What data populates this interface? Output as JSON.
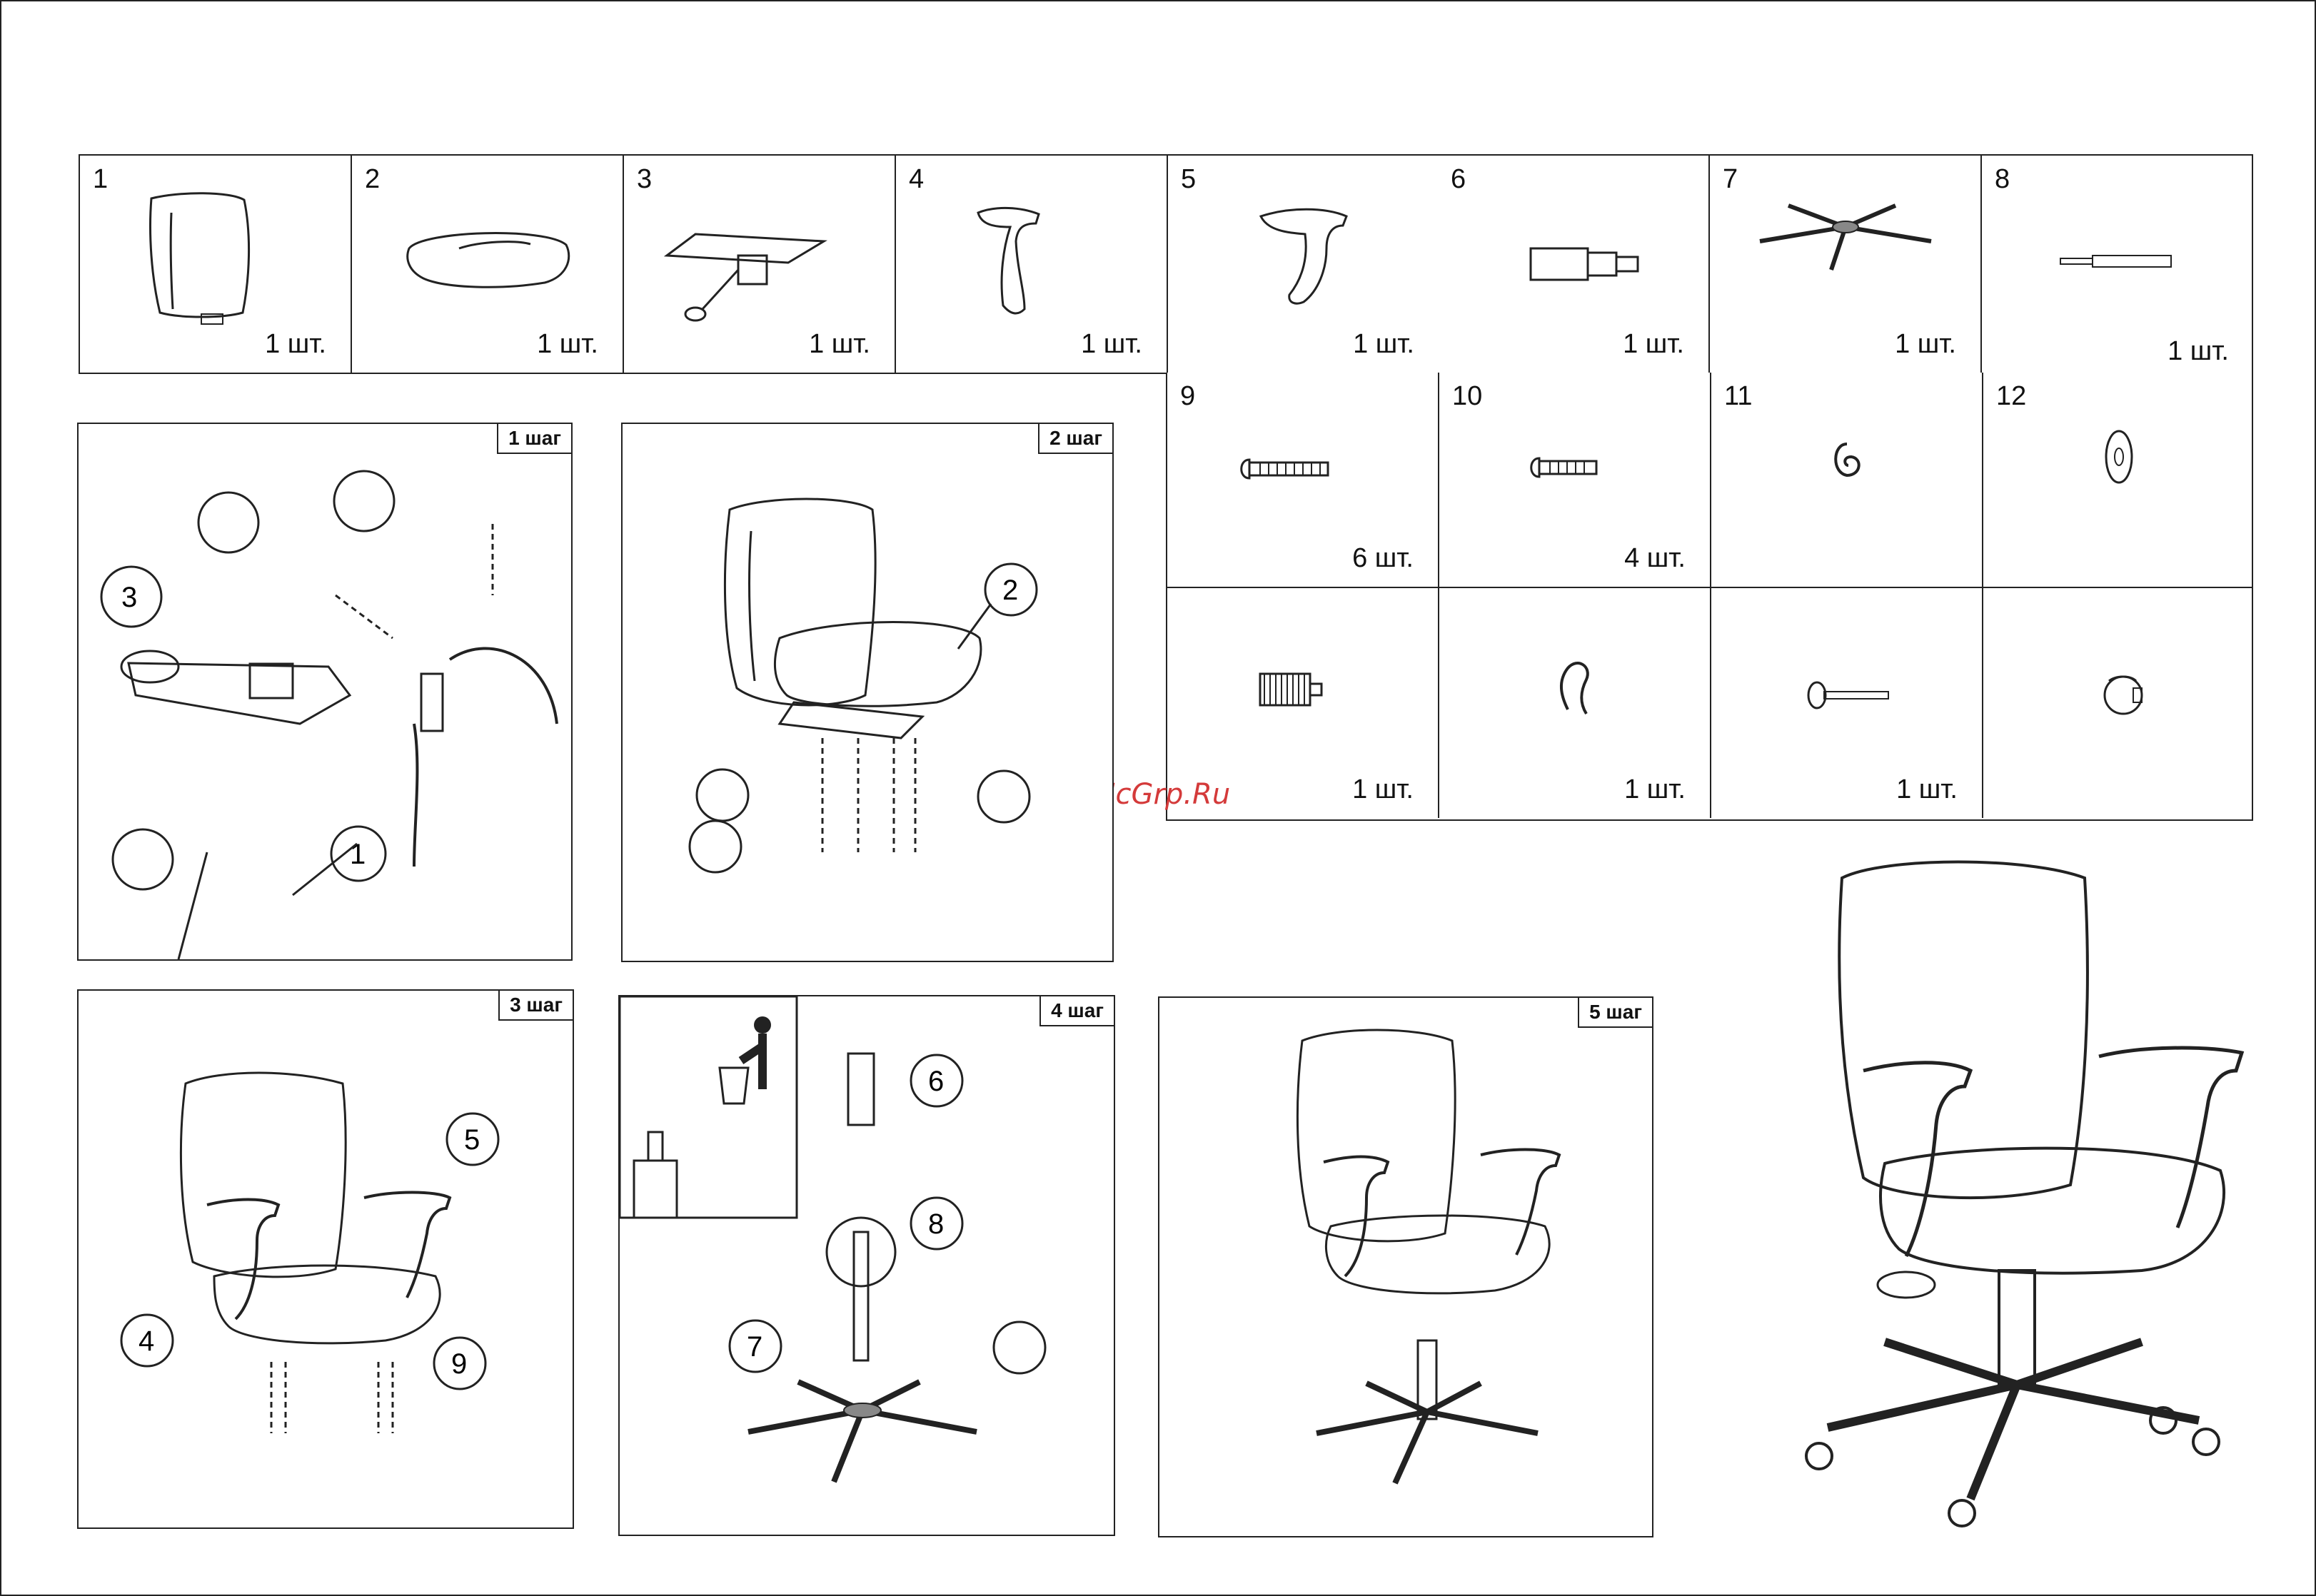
{
  "parts_top": [
    {
      "num": "1",
      "qty": "1 шт.",
      "icon": "backrest-icon"
    },
    {
      "num": "2",
      "qty": "1 шт.",
      "icon": "seat-icon"
    },
    {
      "num": "3",
      "qty": "1 шт.",
      "icon": "mechanism-icon"
    },
    {
      "num": "4",
      "qty": "1 шт.",
      "icon": "armrest-left-icon"
    },
    {
      "num": "5",
      "qty": "1 шт.",
      "icon": "armrest-right-icon"
    },
    {
      "num": "6",
      "qty": "1 шт.",
      "icon": "gas-lift-icon"
    },
    {
      "num": "7",
      "qty": "1 шт.",
      "icon": "star-base-icon"
    },
    {
      "num": "8",
      "qty": "1 шт.",
      "icon": "pin-icon"
    }
  ],
  "parts_mid": [
    {
      "num": "9",
      "qty": "6 шт.",
      "icon": "bolt-long-icon"
    },
    {
      "num": "10",
      "qty": "4 шт.",
      "icon": "bolt-short-icon"
    },
    {
      "num": "11",
      "qty": "",
      "icon": "spring-washer-icon"
    },
    {
      "num": "12",
      "qty": "",
      "icon": "washer-icon"
    }
  ],
  "parts_bottom": [
    {
      "num": "",
      "qty": "1 шт.",
      "icon": "knob-icon"
    },
    {
      "num": "",
      "qty": "1 шт.",
      "icon": "clip-icon"
    },
    {
      "num": "",
      "qty": "1 шт.",
      "icon": "axle-bolt-icon"
    },
    {
      "num": "",
      "qty": "",
      "icon": "caster-icon"
    }
  ],
  "steps": [
    {
      "label": "1 шаг",
      "callouts": [
        "3",
        "1"
      ]
    },
    {
      "label": "2 шаг",
      "callouts": [
        "2"
      ]
    },
    {
      "label": "3 шаг",
      "callouts": [
        "5",
        "4",
        "9"
      ]
    },
    {
      "label": "4 шаг",
      "callouts": [
        "6",
        "8",
        "7"
      ]
    },
    {
      "label": "5 шаг",
      "callouts": []
    }
  ],
  "watermark": "McGrp.Ru"
}
